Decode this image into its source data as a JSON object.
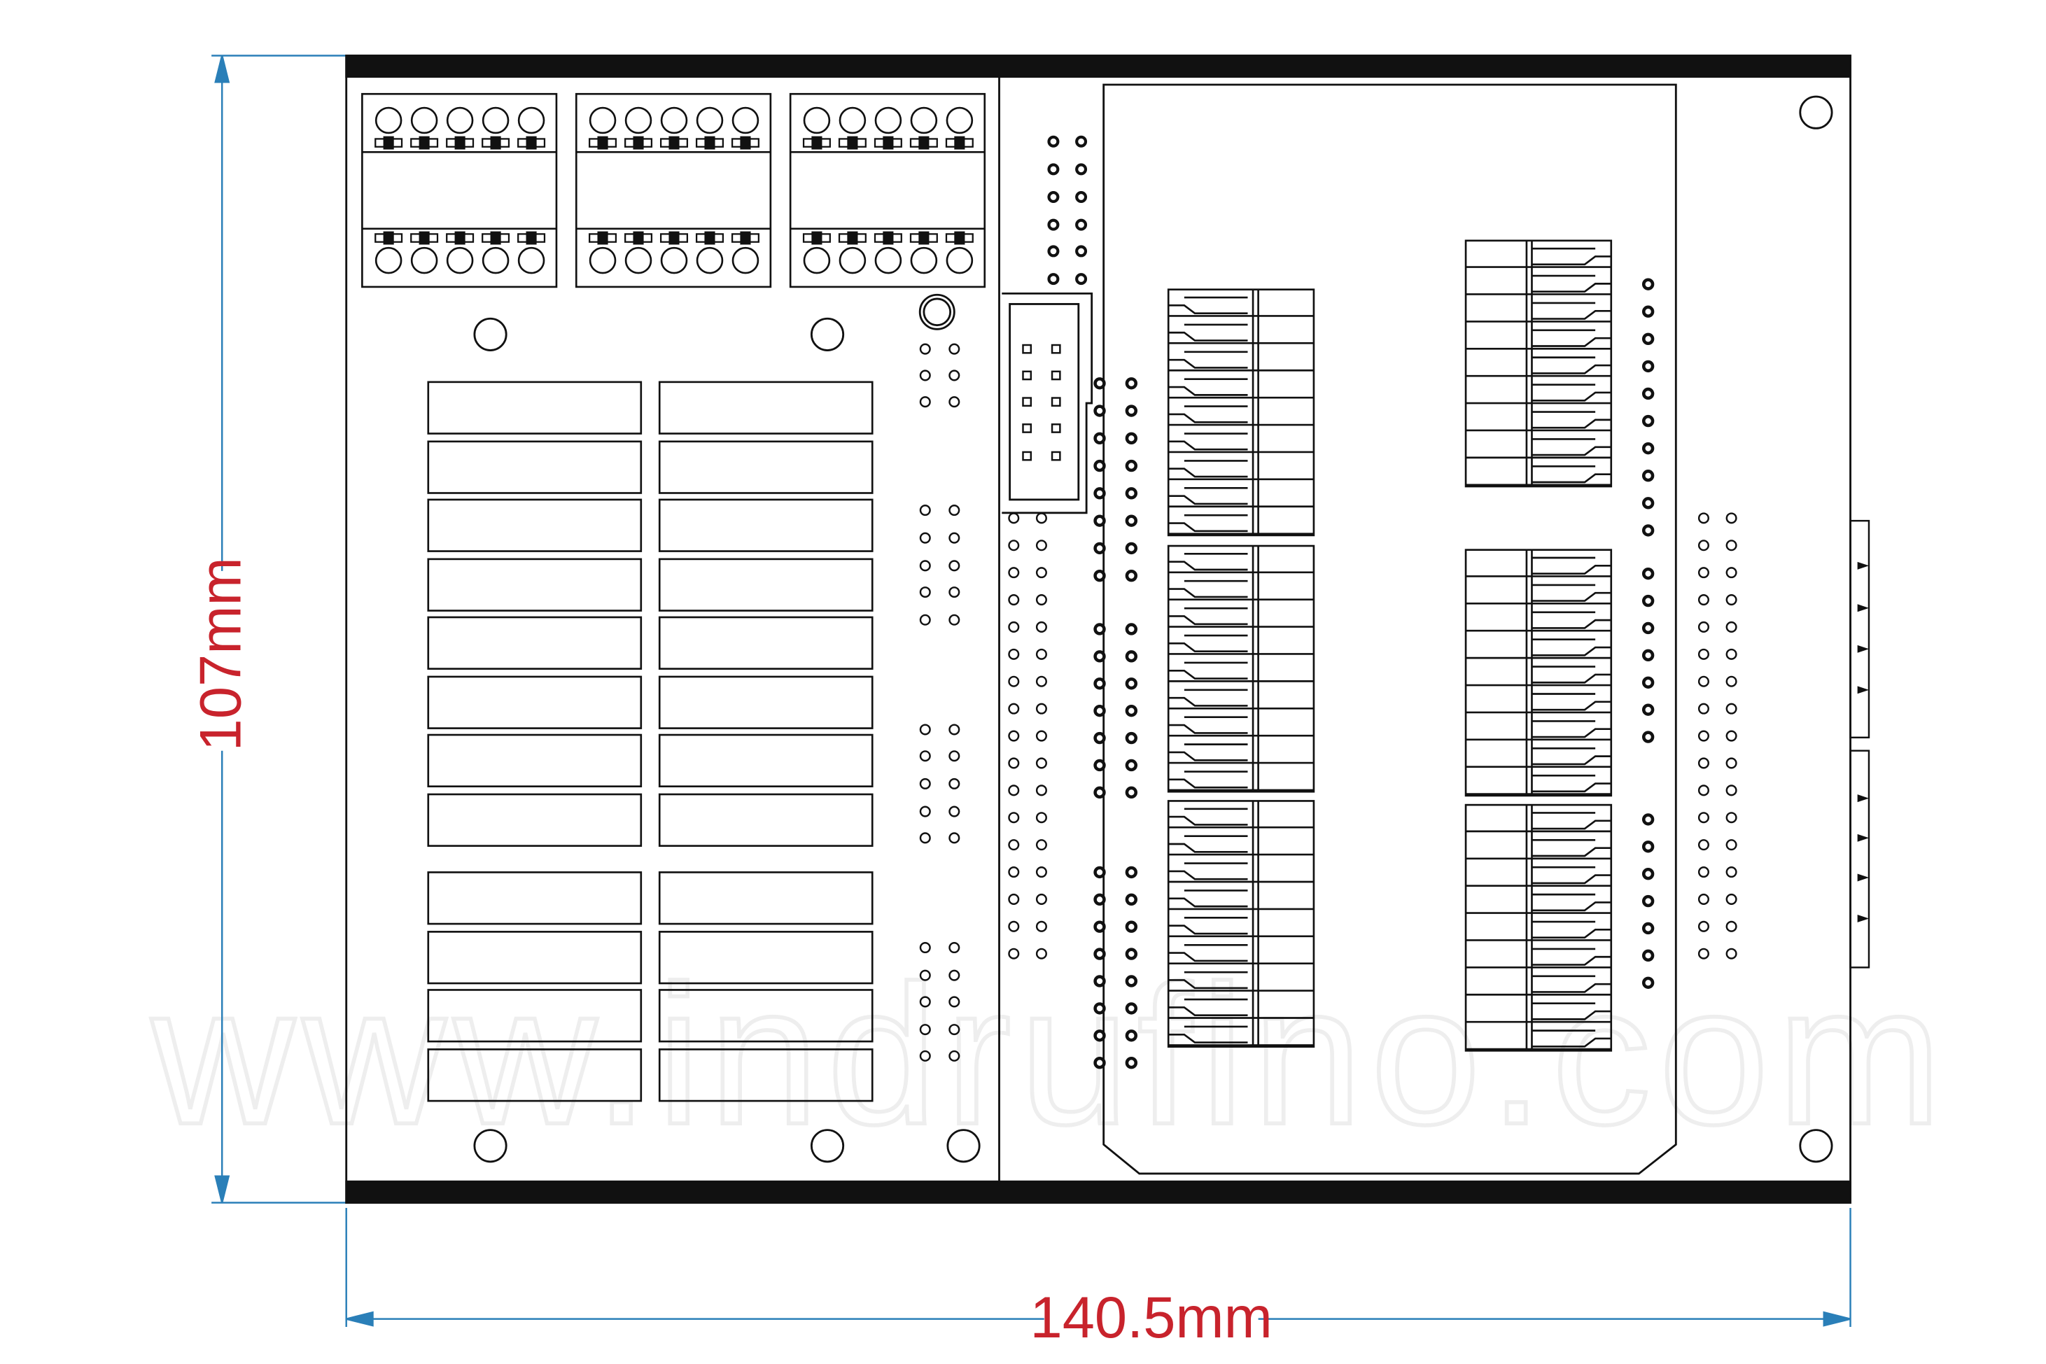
{
  "dimensions": {
    "height_label": "107mm",
    "width_label": "140.5mm"
  },
  "watermark": "www.indrufino.com",
  "colors": {
    "dimension_line": "#2a7fb8",
    "dimension_text": "#c8232c",
    "outline": "#111111",
    "watermark": "#eeeeee"
  }
}
